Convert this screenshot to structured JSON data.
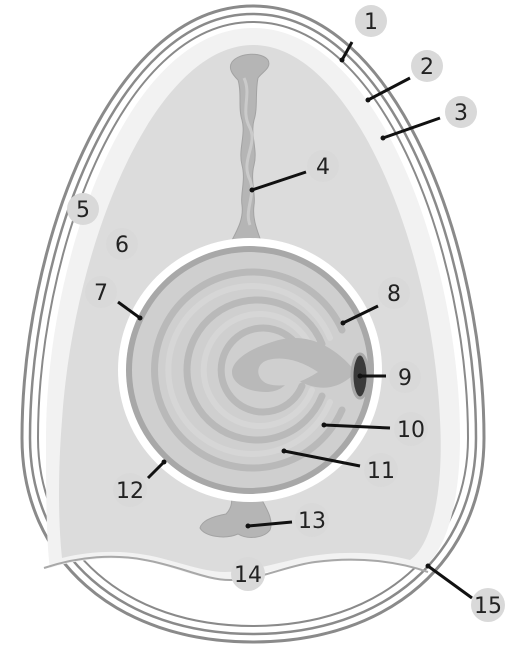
{
  "colors": {
    "shell_outer": "#8a8a8a",
    "shell_fill": "#ffffff",
    "albumen_outer": "#f2f2f2",
    "albumen_inner": "#dcdcdc",
    "yolk_membrane": "#a8a8a8",
    "yolk_fill": "#cfcfcf",
    "yolk_ring_dark": "#b9b9b9",
    "yolk_ring_light": "#d6d6d6",
    "chalaza": "#b5b5b5",
    "germinal_disc": "#3a3a3a",
    "badge": "#d9d9d9",
    "leader": "#111111"
  },
  "callouts": [
    {
      "id": "1",
      "text": "1"
    },
    {
      "id": "2",
      "text": "2"
    },
    {
      "id": "3",
      "text": "3"
    },
    {
      "id": "4",
      "text": "4"
    },
    {
      "id": "5",
      "text": "5"
    },
    {
      "id": "6",
      "text": "6"
    },
    {
      "id": "7",
      "text": "7"
    },
    {
      "id": "8",
      "text": "8"
    },
    {
      "id": "9",
      "text": "9"
    },
    {
      "id": "10",
      "text": "10"
    },
    {
      "id": "11",
      "text": "11"
    },
    {
      "id": "12",
      "text": "12"
    },
    {
      "id": "13",
      "text": "13"
    },
    {
      "id": "14",
      "text": "14"
    },
    {
      "id": "15",
      "text": "15"
    }
  ]
}
